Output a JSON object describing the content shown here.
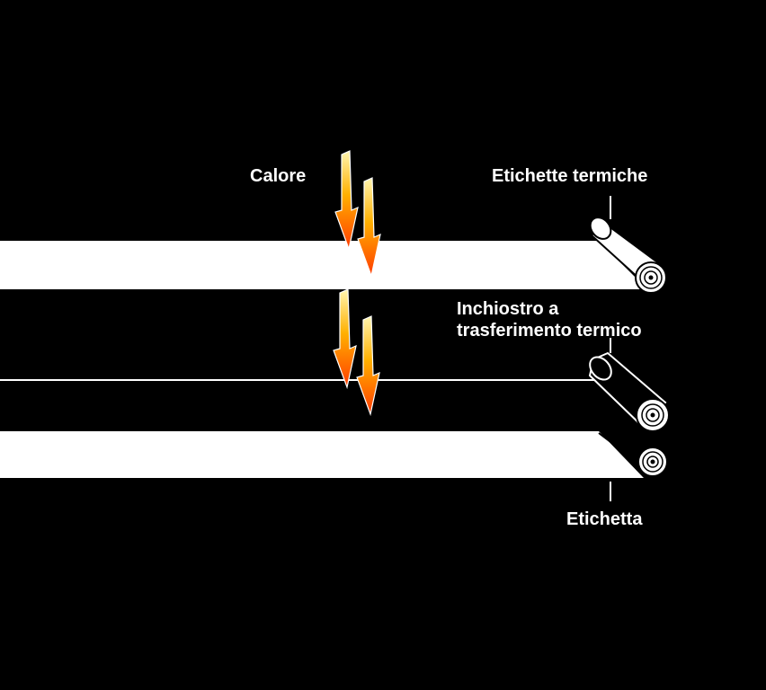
{
  "labels": {
    "heat": "Calore",
    "thermal_labels": "Etichette termiche",
    "ink_line1": "Inchiostro a",
    "ink_line2": "trasferimento termico",
    "label": "Etichetta"
  },
  "colors": {
    "background": "#000000",
    "strip": "#ffffff",
    "arrow_top": "#fff6b0",
    "arrow_mid": "#ffb000",
    "arrow_bottom": "#ff3c00"
  },
  "icons": {
    "heat_arrows": "down-arrow-icon",
    "rolls": "roll-icon"
  }
}
